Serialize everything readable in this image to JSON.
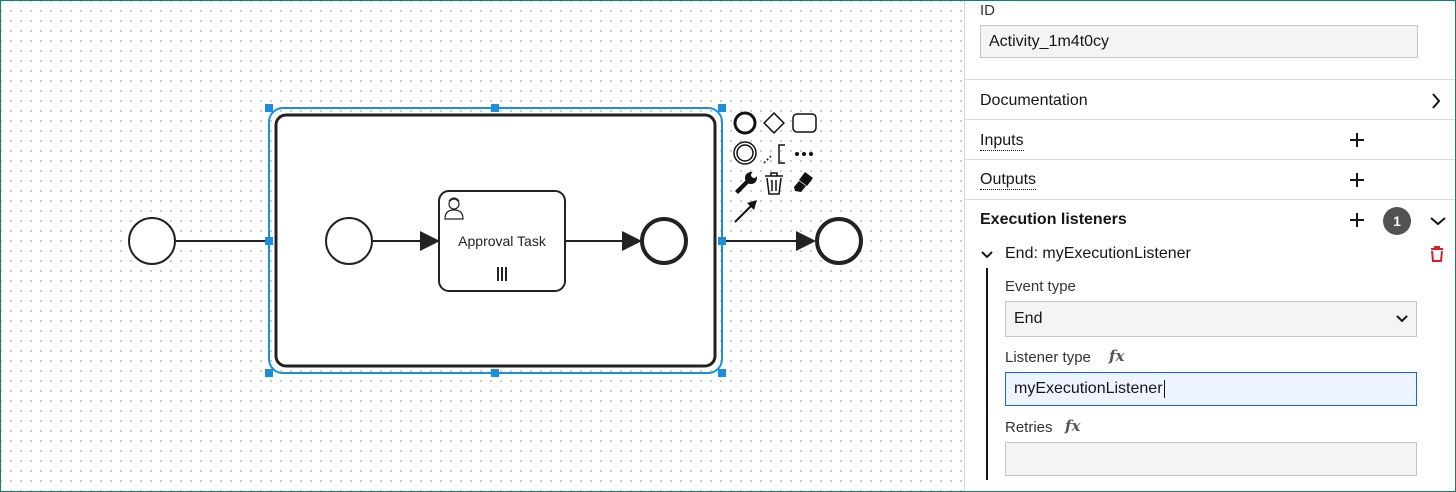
{
  "diagram": {
    "task_label": "Approval Task",
    "selected_color": "#1a8fdd"
  },
  "panel": {
    "id_label": "ID",
    "id_value": "Activity_1m4t0cy",
    "sections": {
      "documentation": "Documentation",
      "inputs": "Inputs",
      "outputs": "Outputs",
      "execution_listeners": "Execution listeners",
      "execution_listeners_count": "1"
    },
    "listener": {
      "title": "End: myExecutionListener",
      "event_type_label": "Event type",
      "event_type_value": "End",
      "listener_type_label": "Listener type",
      "listener_type_value": "myExecutionListener",
      "retries_label": "Retries",
      "retries_value": "",
      "fx": "fx"
    },
    "colors": {
      "delete": "#da1e28",
      "focus": "#0f62fe"
    }
  }
}
